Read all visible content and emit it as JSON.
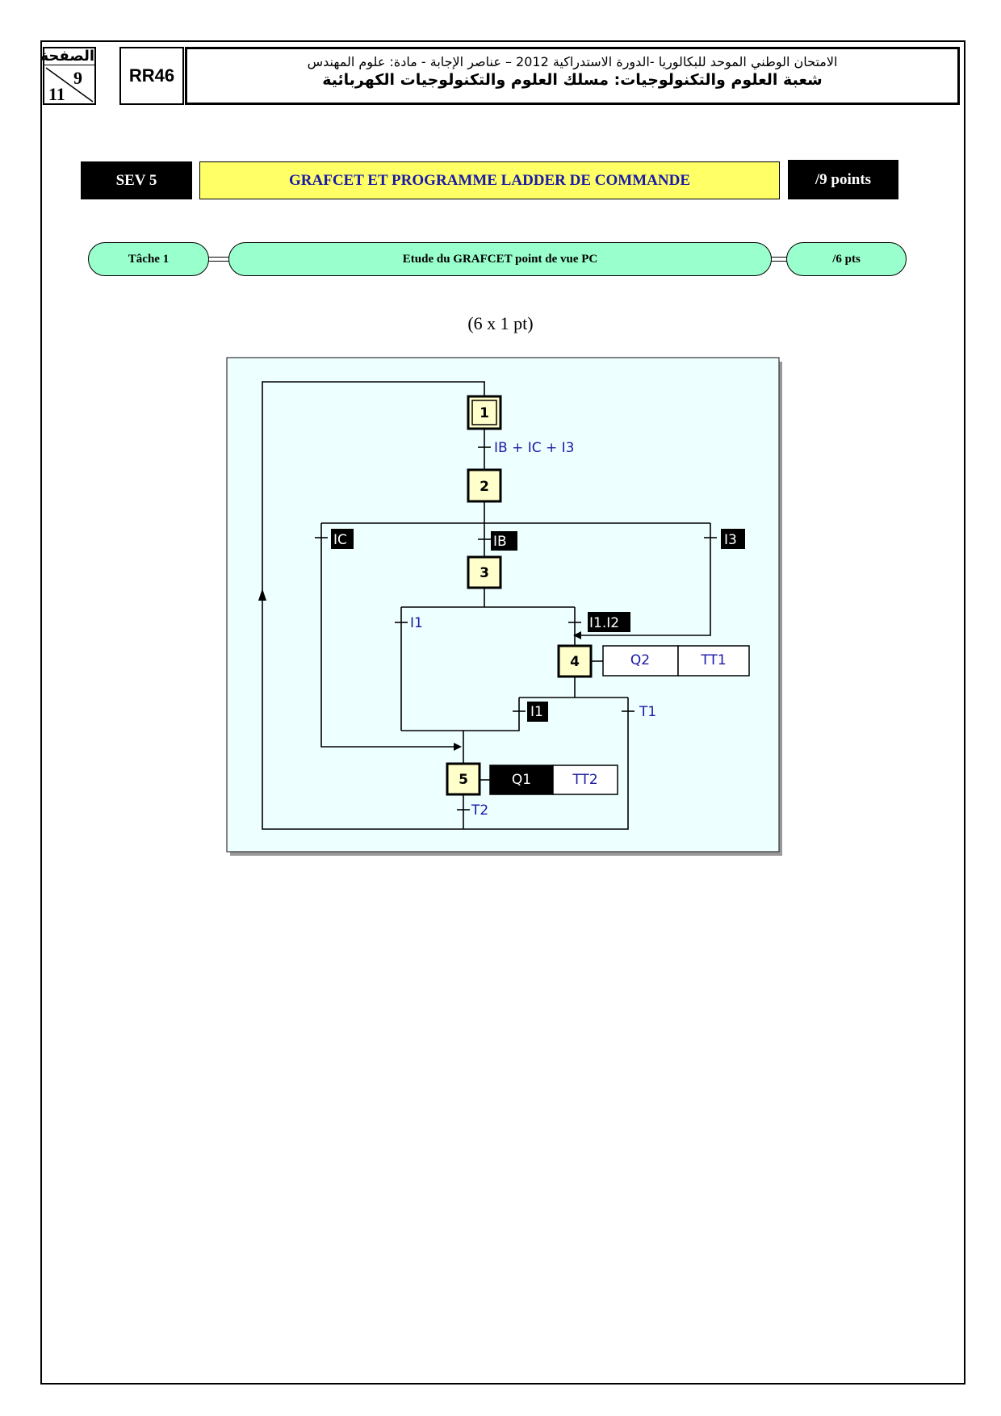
{
  "header": {
    "page_label": "الصفحة",
    "page_number": "9",
    "page_total": "11",
    "exam_code": "RR46",
    "title_line1": "الامتحان الوطني الموحد للبكالوريا -الدورة الاستدراكية 2012 – عناصر الإجابة - مادة: علوم المهندس",
    "title_line2": "شعبة العلوم والتكنولوجيات: مسلك العلوم والتكنولوجيات الكهربائية"
  },
  "section": {
    "code": "SEV 5",
    "title": "GRAFCET ET PROGRAMME LADDER DE COMMANDE",
    "points": "/9 points"
  },
  "task": {
    "label": "Tâche 1",
    "title": "Etude du GRAFCET point de vue PC",
    "points": "/6 pts"
  },
  "scoring_note": "(6 x 1 pt)",
  "grafcet": {
    "steps": [
      "1",
      "2",
      "3",
      "4",
      "5"
    ],
    "transitions": {
      "t1_2": "IB + IC + I3",
      "t2_ic": "IC",
      "t2_ib": "IB",
      "t2_i3": "I3",
      "t3_i1": "I1",
      "t3_i1i2": "I1.I2",
      "t4_i1": "I1",
      "t4_t1": "T1",
      "t5_t2": "T2"
    },
    "actions": {
      "step4": [
        "Q2",
        "TT1"
      ],
      "step5": [
        "Q1",
        "TT2"
      ]
    },
    "colors": {
      "background": "#eeffff",
      "step_fill": "#ffffcc",
      "label_blue": "#1a1aa6"
    }
  }
}
